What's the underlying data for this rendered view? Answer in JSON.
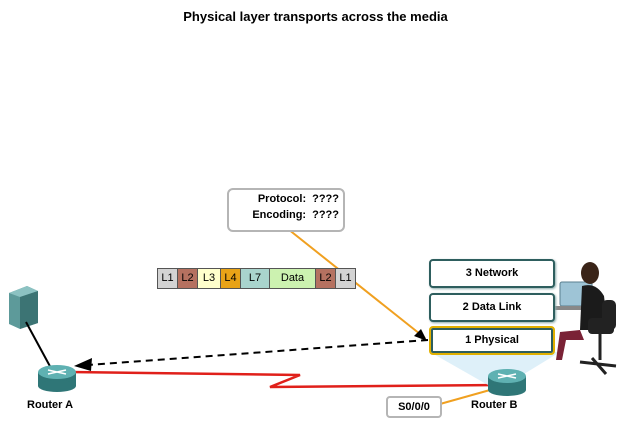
{
  "title": "Physical layer transports across the media",
  "callout": {
    "protocol_label": "Protocol:",
    "protocol_value": "????",
    "encoding_label": "Encoding:",
    "encoding_value": "????"
  },
  "pdu": [
    {
      "label": "L1",
      "color": "#d3d3d3",
      "width": 19
    },
    {
      "label": "L2",
      "color": "#b57160",
      "width": 19
    },
    {
      "label": "L3",
      "color": "#ffffcc",
      "width": 22
    },
    {
      "label": "L4",
      "color": "#e8a317",
      "width": 19
    },
    {
      "label": "L7",
      "color": "#a9d4cd",
      "width": 28
    },
    {
      "label": "Data",
      "color": "#ccf2b0",
      "width": 45
    },
    {
      "label": "L2",
      "color": "#b57160",
      "width": 19
    },
    {
      "label": "L1",
      "color": "#d3d3d3",
      "width": 19
    }
  ],
  "layers": [
    {
      "label": "3 Network"
    },
    {
      "label": "2 Data Link"
    },
    {
      "label": "1 Physical"
    }
  ],
  "router_a_label": "Router A",
  "router_b_label": "Router B",
  "interface_label": "S0/0/0",
  "colors": {
    "serial_link": "#e0201a",
    "callout_line": "#f0a020",
    "router": "#3f8f90",
    "layer_border": "#2e5e5e",
    "active_layer_border": "#e0b000"
  }
}
